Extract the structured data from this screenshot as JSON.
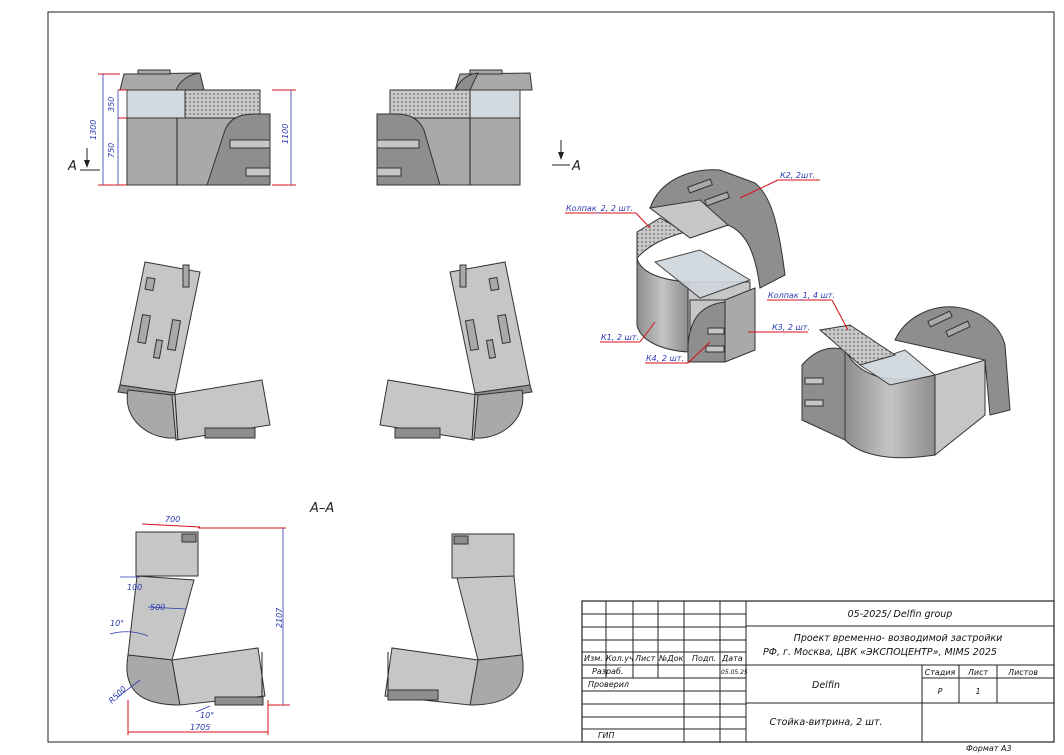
{
  "views": {
    "front_elevation": {
      "dims": {
        "h_total": "1300",
        "h_top": "350",
        "h_bottom": "750",
        "h_right": "1100"
      },
      "section_mark": "A"
    },
    "rear_elevation": {
      "section_mark": "A"
    },
    "section": {
      "title": "A–A",
      "dims": {
        "w_top": "700",
        "gap": "100",
        "w_mid": "500",
        "angle1": "10°",
        "radius": "R500",
        "angle2": "10°",
        "w_total": "1705",
        "h_total": "2107"
      }
    }
  },
  "iso_callouts": {
    "k2": "К2, 2шт.",
    "kolpak2": "Колпак_2, 2 шт.",
    "kolpak1": "Колпак_1, 4 шт.",
    "k1": "К1, 2 шт.",
    "k3": "К3, 2 шт.",
    "k4": "К4, 2 шт."
  },
  "title_block": {
    "project_code": "05-2025/ Delfin group",
    "project_name_line1": "Проект временно- возводимой застройки",
    "project_name_line2": "РФ, г. Москва,  ЦВК «ЭКСПОЦЕНТР», MIMS  2025",
    "client": "Delfin",
    "stage_header": "Стадия",
    "sheet_header": "Лист",
    "sheets_header": "Листов",
    "stage_value": "Р",
    "sheet_value": "1",
    "drawing_title": "Стойка-витрина, 2 шт.",
    "col_headers": [
      "Изм.",
      "Кол.уч",
      "Лист",
      "№Док",
      "Подп.",
      "Дата"
    ],
    "row_labels": {
      "developed": "Разраб.",
      "checked": "Проверил",
      "gip": "ГИП"
    },
    "date_value": "05.05.25",
    "format": "Формат А3"
  }
}
